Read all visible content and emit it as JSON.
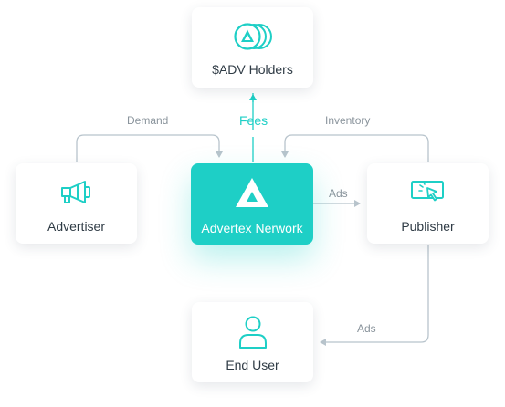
{
  "nodes": {
    "holders": {
      "label": "$ADV Holders",
      "icon": "coin-stack-icon"
    },
    "advertiser": {
      "label": "Advertiser",
      "icon": "megaphone-icon"
    },
    "network": {
      "label": "Advertex Nerwork",
      "icon": "advertex-logo-icon"
    },
    "publisher": {
      "label": "Publisher",
      "icon": "cursor-click-screen-icon"
    },
    "enduser": {
      "label": "End User",
      "icon": "user-icon"
    }
  },
  "edges": {
    "demand": "Demand",
    "fees": "Fees",
    "inventory": "Inventory",
    "ads_publisher": "Ads",
    "ads_enduser": "Ads"
  },
  "colors": {
    "accent": "#1ecfc6",
    "connector": "#b8c4cc",
    "text": "#2f3b45",
    "edge_label": "#8a949c"
  }
}
